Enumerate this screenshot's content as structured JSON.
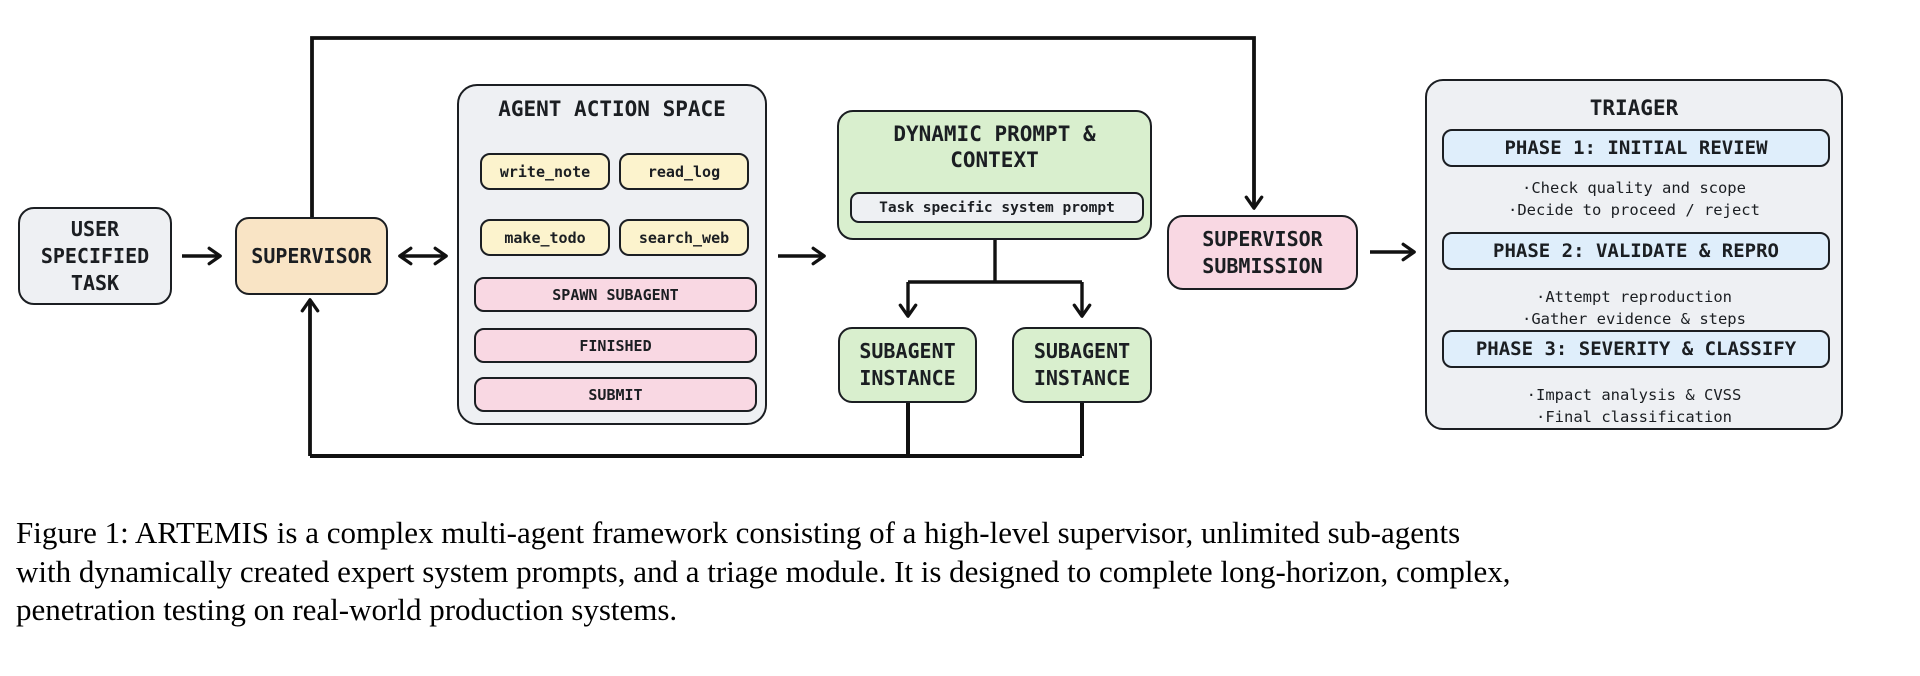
{
  "colors": {
    "ink": "#1b1e22",
    "container_gray": "#eef0f3",
    "supervisor_tan": "#f9e4c5",
    "tool_yellow": "#fcf3cd",
    "action_pink": "#f9d8e3",
    "agent_green": "#d9efce",
    "phase_blue": "#dfeefb",
    "background": "#ffffff"
  },
  "diagram": {
    "user_task": {
      "lines": [
        "USER",
        "SPECIFIED",
        "TASK"
      ]
    },
    "supervisor": {
      "label": "SUPERVISOR"
    },
    "agent_action_space": {
      "title": "AGENT ACTION SPACE",
      "tools": [
        "write_note",
        "read_log",
        "make_todo",
        "search_web"
      ],
      "actions": [
        "SPAWN SUBAGENT",
        "FINISHED",
        "SUBMIT"
      ]
    },
    "dynamic_prompt": {
      "title_line1": "DYNAMIC PROMPT &",
      "title_line2": "CONTEXT",
      "inner_label": "Task specific system prompt"
    },
    "subagent_left": {
      "lines": [
        "SUBAGENT",
        "INSTANCE"
      ]
    },
    "subagent_right": {
      "lines": [
        "SUBAGENT",
        "INSTANCE"
      ]
    },
    "supervisor_submission": {
      "lines": [
        "SUPERVISOR",
        "SUBMISSION"
      ]
    },
    "triager": {
      "title": "TRIAGER",
      "bullet_char": "· ",
      "phases": [
        {
          "header": "PHASE 1: INITIAL REVIEW",
          "bullets": [
            "Check quality and scope",
            "Decide to proceed / reject"
          ]
        },
        {
          "header": "PHASE 2: VALIDATE & REPRO",
          "bullets": [
            "Attempt reproduction",
            "Gather evidence & steps"
          ]
        },
        {
          "header": "PHASE 3: SEVERITY & CLASSIFY",
          "bullets": [
            "Impact analysis & CVSS",
            "Final classification"
          ]
        }
      ]
    }
  },
  "caption": {
    "lines": [
      "Figure 1: ARTEMIS is a complex multi-agent framework consisting of a high-level supervisor, unlimited sub-agents",
      "with dynamically created expert system prompts, and a triage module. It is designed to complete long-horizon, complex,",
      "penetration testing on real-world production systems."
    ]
  }
}
